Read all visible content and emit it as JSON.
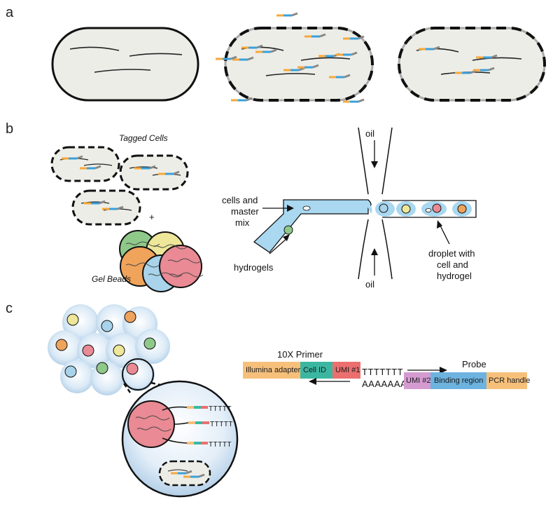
{
  "panels": {
    "a": "a",
    "b": "b",
    "c": "c"
  },
  "panel_b": {
    "tagged_cells": "Tagged Cells",
    "plus": "+",
    "gel_beads": "Gel Beads",
    "oil_top": "oil",
    "oil_bottom": "oil",
    "cells_label": [
      "cells and",
      "master",
      "mix"
    ],
    "hydrogels": "hydrogels",
    "droplet_label": [
      "droplet with",
      "cell and",
      "hydrogel"
    ]
  },
  "panel_c": {
    "primer_title": "10X Primer",
    "probe_title": "Probe",
    "segments_top": [
      "Illumina adapter",
      "Cell ID",
      "UMI #1"
    ],
    "poly_t": "TTTTTTT",
    "poly_a": "AAAAAAA",
    "segments_bottom": [
      "UMI #2",
      "Binding region",
      "PCR handle"
    ],
    "bead_tails": [
      "TTTTT",
      "TTTTT",
      "TTTTT"
    ]
  },
  "colors": {
    "cell_fill": "#ededE8",
    "droplet_blue": "#a9d8f0",
    "channel_blue": "#a9d8f0",
    "illumina": "#f6c07b",
    "cell_id": "#3bb7a1",
    "umi1": "#ec6f6f",
    "umi2": "#d59bd1",
    "binding": "#6db3e0",
    "pcr": "#f6c07b",
    "bead_pink": "#e98a94",
    "bead_green": "#8fc98a",
    "bead_yellow": "#eee79a",
    "bead_orange": "#f0a35a",
    "bead_blue": "#a8d3ea"
  }
}
